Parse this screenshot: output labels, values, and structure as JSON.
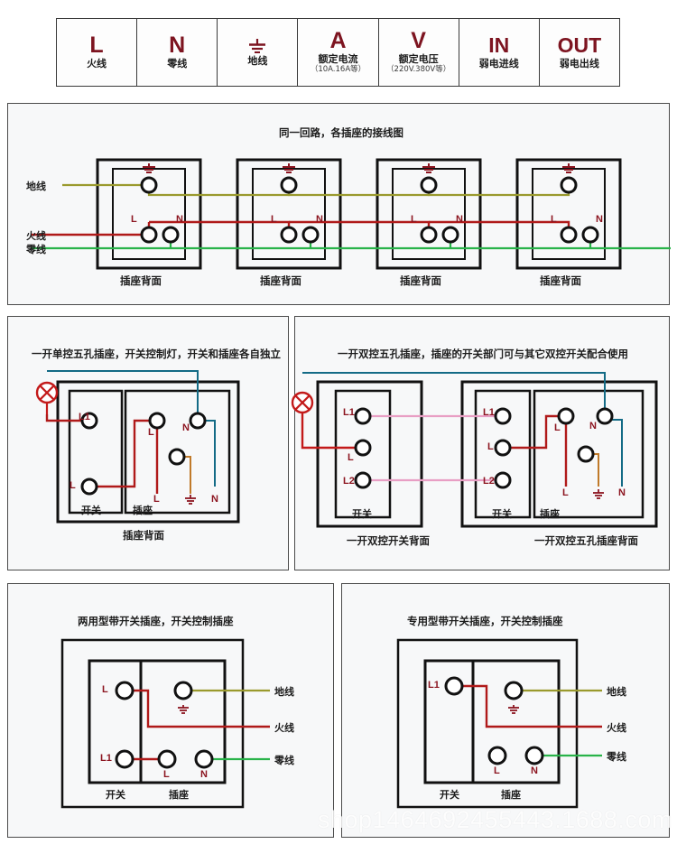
{
  "legend": {
    "items": [
      {
        "symbol": "L",
        "icon": "letter-L",
        "name": "火线",
        "sub": ""
      },
      {
        "symbol": "N",
        "icon": "letter-N",
        "name": "零线",
        "sub": ""
      },
      {
        "symbol": "",
        "icon": "earth-ground-icon",
        "name": "地线",
        "sub": ""
      },
      {
        "symbol": "A",
        "icon": "letter-A",
        "name": "额定电流",
        "sub": "（10A.16A等）"
      },
      {
        "symbol": "V",
        "icon": "letter-V",
        "name": "额定电压",
        "sub": "（220V.380V等）"
      },
      {
        "symbol": "IN",
        "icon": "text-IN",
        "name": "弱电进线",
        "sub": ""
      },
      {
        "symbol": "OUT",
        "icon": "text-OUT",
        "name": "弱电出线",
        "sub": ""
      }
    ]
  },
  "panel1": {
    "title": "同一回路，各插座的接线图",
    "side_labels": {
      "earth": "地线",
      "live": "火线",
      "neutral": "零线"
    },
    "sockets": [
      {
        "caption": "插座背面",
        "terminal_l": "L",
        "terminal_n": "N"
      },
      {
        "caption": "插座背面",
        "terminal_l": "L",
        "terminal_n": "N"
      },
      {
        "caption": "插座背面",
        "terminal_l": "L",
        "terminal_n": "N"
      },
      {
        "caption": "插座背面",
        "terminal_l": "L",
        "terminal_n": "N"
      }
    ]
  },
  "panel2": {
    "title": "一开单控五孔插座，开关控制灯，开关和插座各自独立",
    "switch_block": "开关",
    "socket_block": "插座",
    "caption": "插座背面",
    "terminals": {
      "l1": "L1",
      "l_switch": "L",
      "l_socket": "L",
      "n": "N",
      "l_bottom": "L",
      "n_bottom": "N"
    }
  },
  "panel3": {
    "title": "一开双控五孔插座，插座的开关部门可与其它双控开关配合使用",
    "left_switch_block": "开关",
    "right_switch_block": "开关",
    "socket_block": "插座",
    "left_caption": "一开双控开关背面",
    "right_caption": "一开双控五孔插座背面",
    "terminals": {
      "left_l1": "L1",
      "left_l": "L",
      "left_l2": "L2",
      "right_l1": "L1",
      "right_l": "L",
      "right_l2": "L2",
      "socket_l": "L",
      "socket_n": "N",
      "bottom_l": "L",
      "bottom_n": "N"
    }
  },
  "panel4": {
    "title": "两用型带开关插座，开关控制插座",
    "switch_block": "开关",
    "socket_block": "插座",
    "terminals": {
      "l": "L",
      "l1": "L1",
      "socket_l": "L",
      "socket_n": "N"
    },
    "side_labels": {
      "earth": "地线",
      "live": "火线",
      "neutral": "零线"
    }
  },
  "panel5": {
    "title": "专用型带开关插座，开关控制插座",
    "switch_block": "开关",
    "socket_block": "插座",
    "terminals": {
      "l1": "L1",
      "socket_l": "L",
      "socket_n": "N"
    },
    "side_labels": {
      "earth": "地线",
      "live": "火线",
      "neutral": "零线"
    }
  },
  "watermark": {
    "text": "shop1464692455443.1688.com"
  },
  "colors": {
    "live_red": "#b01a1a",
    "neutral_green": "#29b34a",
    "earth_olive": "#9a9a2e",
    "teal_blue": "#136b86",
    "pink": "#e89ec4",
    "orange_brown": "#c07a2a",
    "symbol_maroon": "#7d1420",
    "panel_border": "#4a4a4a"
  }
}
